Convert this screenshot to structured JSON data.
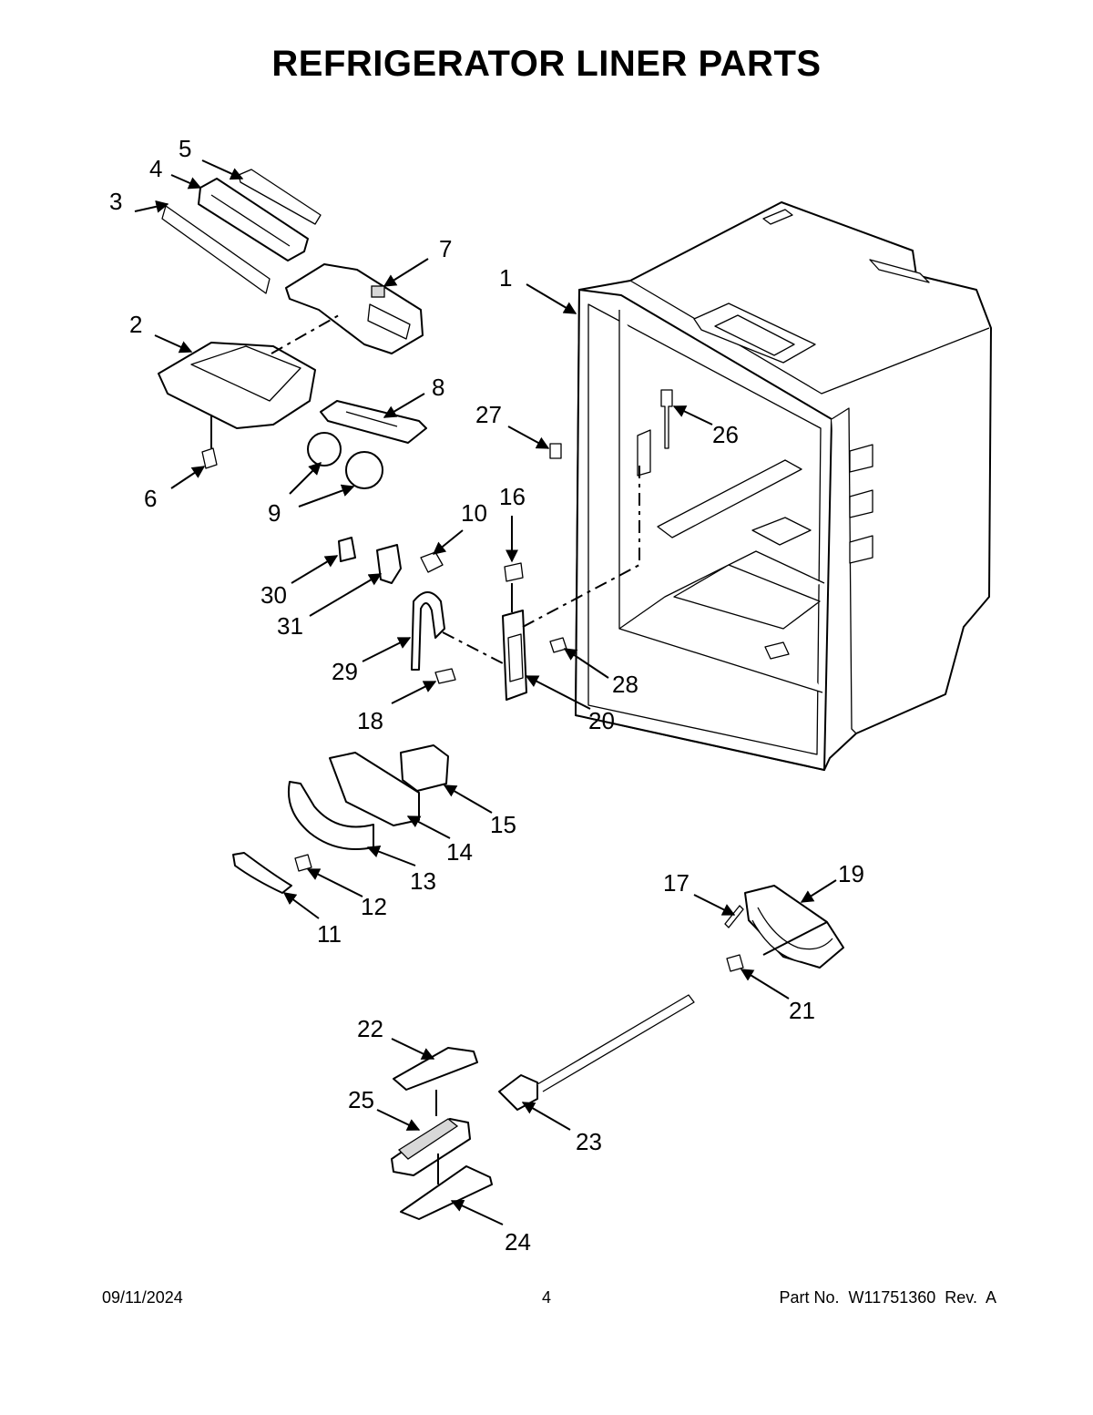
{
  "title": "REFRIGERATOR LINER PARTS",
  "footer": {
    "date": "09/11/2024",
    "page": "4",
    "part_number": "Part No.  W11751360  Rev.  A"
  },
  "callouts": {
    "c1": "1",
    "c2": "2",
    "c3": "3",
    "c4": "4",
    "c5": "5",
    "c6": "6",
    "c7": "7",
    "c8": "8",
    "c9": "9",
    "c10": "10",
    "c11": "11",
    "c12": "12",
    "c13": "13",
    "c14": "14",
    "c15": "15",
    "c16": "16",
    "c17": "17",
    "c18": "18",
    "c19": "19",
    "c20": "20",
    "c21": "21",
    "c22": "22",
    "c23": "23",
    "c24": "24",
    "c25": "25",
    "c26": "26",
    "c27": "27",
    "c28": "28",
    "c29": "29",
    "c30": "30",
    "c31": "31"
  }
}
